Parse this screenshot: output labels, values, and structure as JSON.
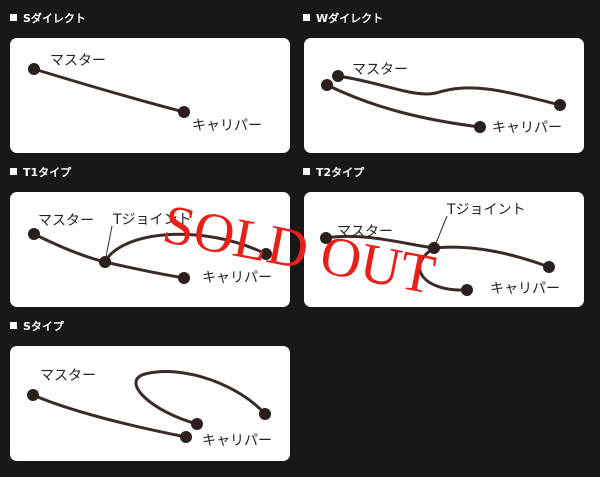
{
  "sections": [
    {
      "key": "s_direct",
      "title": "Sダイレクト",
      "labels": {
        "master": "マスター",
        "caliper": "キャリパー"
      }
    },
    {
      "key": "w_direct",
      "title": "Wダイレクト",
      "labels": {
        "master": "マスター",
        "caliper": "キャリパー"
      }
    },
    {
      "key": "t1_type",
      "title": "T1タイプ",
      "labels": {
        "master": "マスター",
        "joint": "Tジョイント",
        "caliper": "キャリパー"
      }
    },
    {
      "key": "t2_type",
      "title": "T2タイプ",
      "labels": {
        "master": "マスター",
        "joint": "Tジョイント",
        "caliper": "キャリパー"
      }
    },
    {
      "key": "s_type",
      "title": "Sタイプ",
      "labels": {
        "master": "マスター",
        "caliper": "キャリパー"
      }
    }
  ],
  "overlay": {
    "text": "SOLD OUT",
    "color": "#e8201a"
  },
  "colors": {
    "background": "#181818",
    "panel": "#ffffff",
    "wire": "#3b2b27"
  }
}
